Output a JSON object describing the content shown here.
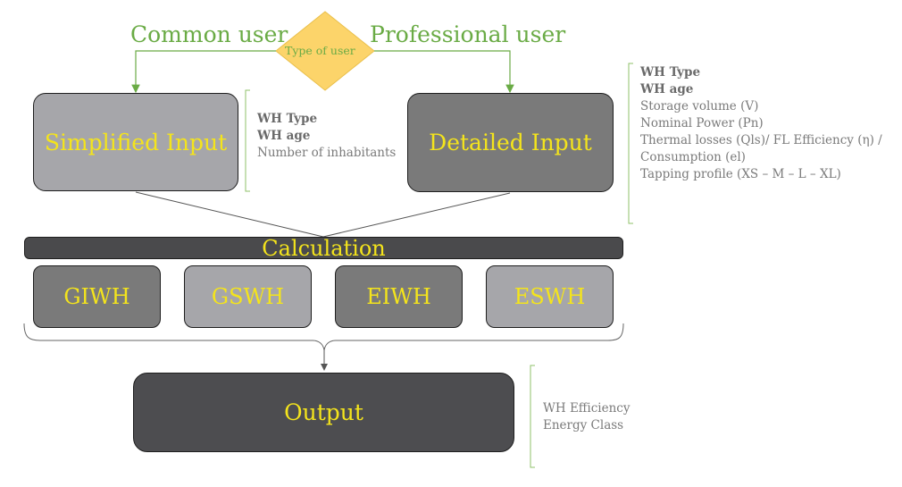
{
  "decision": {
    "label": "Type of user"
  },
  "branches": {
    "left": "Common user",
    "right": "Professional user"
  },
  "inputs": {
    "simplified": {
      "title": "Simplified Input",
      "details": [
        "WH Type",
        "WH age",
        "Number of inhabitants"
      ]
    },
    "detailed": {
      "title": "Detailed Input",
      "details": [
        "WH Type",
        "WH age",
        "Storage volume (V)",
        "Nominal Power (Pn)",
        "Thermal losses (Qls)/ FL Efficiency (η) /",
        "Consumption (el)",
        "Tapping profile (XS – M – L – XL)"
      ]
    }
  },
  "calculation": {
    "title": "Calculation",
    "types": [
      "GIWH",
      "GSWH",
      "EIWH",
      "ESWH"
    ]
  },
  "output": {
    "title": "Output",
    "details": [
      "WH Efficiency",
      "Energy Class"
    ]
  },
  "colors": {
    "yellow_text": "#f4e41c",
    "green": "#6aab45",
    "decision_fill": "#fcd46a",
    "box_light": "#a6a6aa",
    "box_dark": "#7a7a7a",
    "output_fill": "#4d4d50"
  }
}
